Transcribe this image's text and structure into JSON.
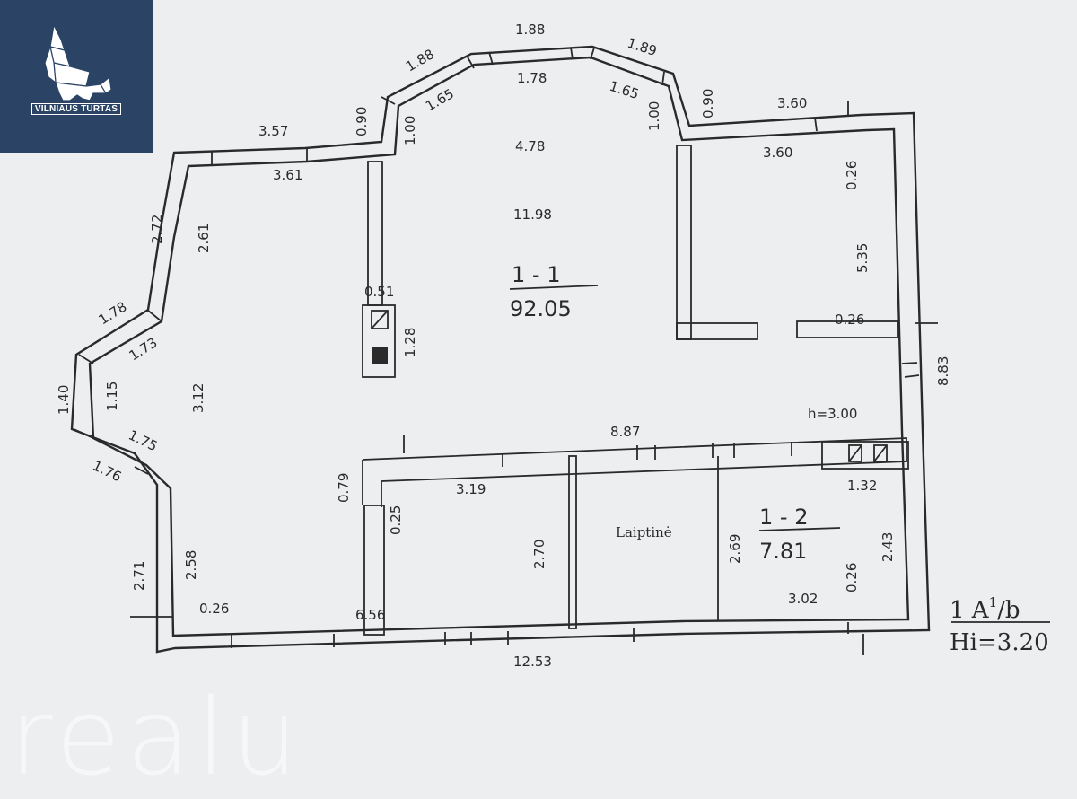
{
  "logo": {
    "name": "VILNIAUS TURTAS",
    "mark": "wolf-icon"
  },
  "watermark": "realu",
  "rooms": [
    {
      "id": "1 - 1",
      "area": "92.05"
    },
    {
      "id": "1 - 2",
      "area": "7.81"
    },
    {
      "label": "Laiptinė"
    }
  ],
  "notes": {
    "room_height": "h=3.00",
    "floor_ref": "1 A",
    "floor_ref_sup": "1",
    "floor_ref_suffix": "/b",
    "ceiling_height": "Hi=3.20"
  },
  "dimensions": {
    "top_left_outer": "3.57",
    "top_left_inner": "3.61",
    "upper_left_outer": "0.90",
    "upper_left_inner": "1.00",
    "bay_left_outer": "1.88",
    "bay_left_inner": "1.65",
    "bay_top_outer": "1.88",
    "bay_top_inner": "1.78",
    "bay_right_outer": "1.89",
    "bay_right_inner": "1.65",
    "upper_right_outer": "0.90",
    "upper_right_inner": "1.00",
    "top_right_outer": "3.60",
    "top_right_inner": "3.60",
    "room_depth": "4.78",
    "room_width": "11.98",
    "right_wall_thick": "0.26",
    "right_inner": "5.35",
    "right_outer": "8.83",
    "partition_thick": "0.26",
    "column_width": "0.51",
    "column_height": "1.28",
    "left_upper_outer": "2.72",
    "left_upper_inner": "2.61",
    "left_diag_upper_outer": "1.78",
    "left_diag_upper_inner": "1.73",
    "left_point_outer": "1.40",
    "left_point_inner": "1.15",
    "left_room_depth": "3.12",
    "left_diag_lower_outer": "1.75",
    "left_diag_lower_inner": "1.76",
    "left_lower_outer": "2.71",
    "left_lower_inner": "2.58",
    "bottom_wall_thick": "0.26",
    "bottom_inner": "6.56",
    "bottom_outer": "12.53",
    "lower_partition": "8.87",
    "lower_offset": "0.79",
    "lower_wall_thick": "0.25",
    "small_room_width": "3.19",
    "small_room_depth": "2.70",
    "stair_depth": "2.69",
    "room12_top": "1.32",
    "room12_depth": "2.43",
    "room12_wall": "0.26",
    "room12_width": "3.02"
  }
}
